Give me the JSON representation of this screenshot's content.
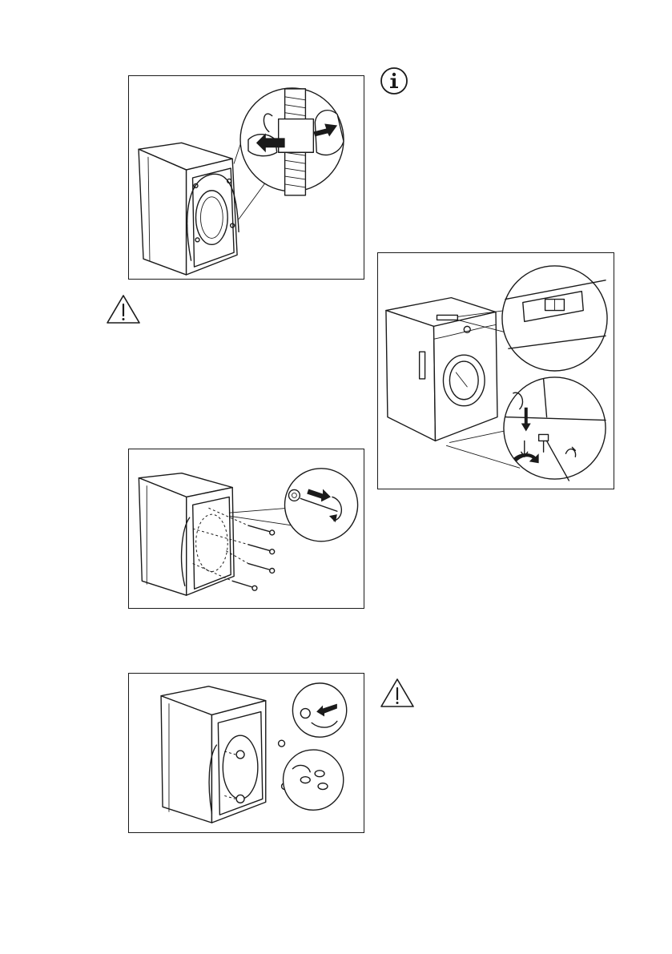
{
  "page": {
    "figures": [
      {
        "id": "remove-hose-clip",
        "icon": "hose-clip-figure"
      },
      {
        "id": "remove-transit-bolts",
        "icon": "transit-bolts-figure"
      },
      {
        "id": "insert-plastic-caps",
        "icon": "plastic-caps-figure"
      },
      {
        "id": "level-appliance",
        "icon": "level-feet-figure"
      }
    ],
    "symbols": {
      "warning_1": "warning-triangle-icon",
      "warning_2": "warning-triangle-icon",
      "info": "info-icon"
    },
    "colors": {
      "ink": "#1a1a1a",
      "paper": "#ffffff"
    }
  }
}
